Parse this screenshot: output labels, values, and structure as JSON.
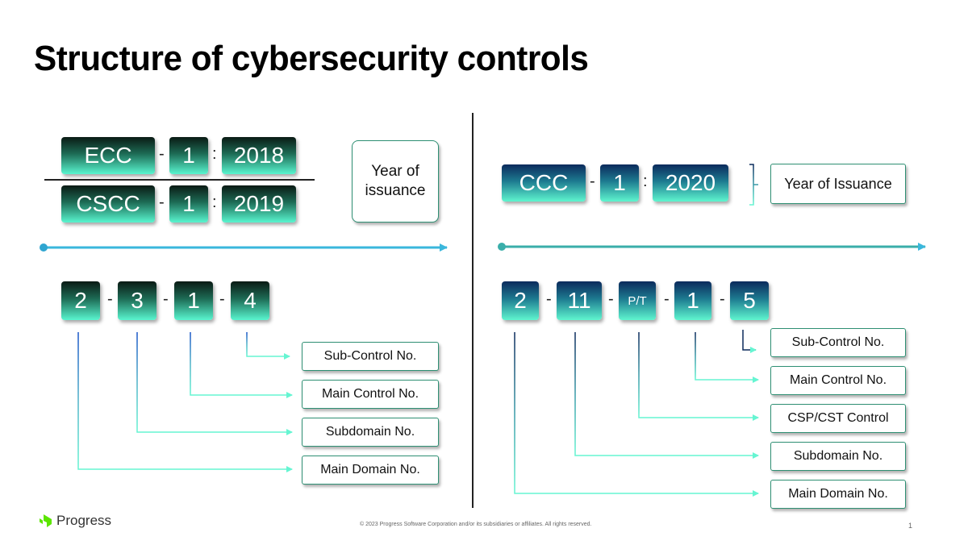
{
  "title": "Structure of cybersecurity controls",
  "colors": {
    "teal_light": "#5ff5cf",
    "teal_dark": "#1d6b55",
    "navy": "#0b2a5c",
    "box_border": "#2e8f73",
    "arrow_blue": "#3ab7dc",
    "logo_green": "#5ce500"
  },
  "left": {
    "codes": [
      {
        "prefix": "ECC",
        "sep1": "-",
        "version": "1",
        "sep2": ":",
        "year": "2018"
      },
      {
        "prefix": "CSCC",
        "sep1": "-",
        "version": "1",
        "sep2": ":",
        "year": "2019"
      }
    ],
    "year_label": "Year of issuance",
    "id_parts": [
      "2",
      "3",
      "1",
      "4"
    ],
    "separators": [
      "-",
      "-",
      "-"
    ],
    "labels": [
      "Sub-Control No.",
      "Main Control No.",
      "Subdomain No.",
      "Main Domain No."
    ]
  },
  "right": {
    "code": {
      "prefix": "CCC",
      "sep1": "-",
      "version": "1",
      "sep2": ":",
      "year": "2020"
    },
    "year_label": "Year of Issuance",
    "id_parts": [
      "2",
      "11",
      "P/T",
      "1",
      "5"
    ],
    "separators": [
      "-",
      "-",
      "-",
      "-"
    ],
    "labels": [
      "Sub-Control No.",
      "Main Control No.",
      "CSP/CST Control",
      "Subdomain No.",
      "Main Domain No."
    ]
  },
  "footer": {
    "logo_text": "Progress",
    "copyright": "© 2023 Progress Software Corporation and/or its subsidiaries or affiliates. All rights reserved.",
    "page_number": "1"
  }
}
